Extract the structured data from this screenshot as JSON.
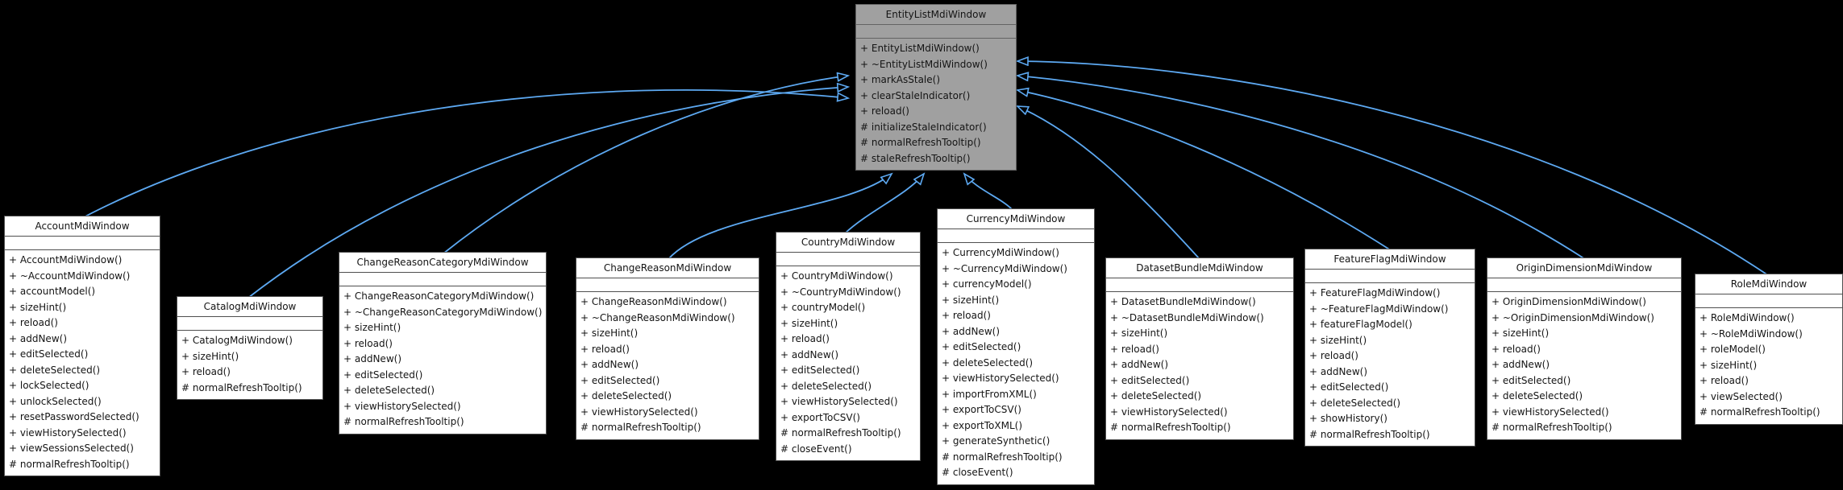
{
  "diagram": {
    "type": "uml-class-diagram",
    "background_color": "#000000",
    "arrow_color": "#5da9f2",
    "parent_fill_color": "#a0a0a0",
    "child_fill_color": "#ffffff",
    "classes": [
      {
        "name": "EntityListMdiWindow",
        "role": "parent",
        "attributes": [],
        "members": [
          "+ EntityListMdiWindow()",
          "+ ~EntityListMdiWindow()",
          "+ markAsStale()",
          "+ clearStaleIndicator()",
          "+ reload()",
          "# initializeStaleIndicator()",
          "# normalRefreshTooltip()",
          "# staleRefreshTooltip()"
        ]
      },
      {
        "name": "AccountMdiWindow",
        "role": "child",
        "attributes": [],
        "members": [
          "+ AccountMdiWindow()",
          "+ ~AccountMdiWindow()",
          "+ accountModel()",
          "+ sizeHint()",
          "+ reload()",
          "+ addNew()",
          "+ editSelected()",
          "+ deleteSelected()",
          "+ lockSelected()",
          "+ unlockSelected()",
          "+ resetPasswordSelected()",
          "+ viewHistorySelected()",
          "+ viewSessionsSelected()",
          "# normalRefreshTooltip()"
        ]
      },
      {
        "name": "CatalogMdiWindow",
        "role": "child",
        "attributes": [],
        "members": [
          "+ CatalogMdiWindow()",
          "+ sizeHint()",
          "+ reload()",
          "# normalRefreshTooltip()"
        ]
      },
      {
        "name": "ChangeReasonCategoryMdiWindow",
        "role": "child",
        "attributes": [],
        "members": [
          "+ ChangeReasonCategoryMdiWindow()",
          "+ ~ChangeReasonCategoryMdiWindow()",
          "+ sizeHint()",
          "+ reload()",
          "+ addNew()",
          "+ editSelected()",
          "+ deleteSelected()",
          "+ viewHistorySelected()",
          "# normalRefreshTooltip()"
        ]
      },
      {
        "name": "ChangeReasonMdiWindow",
        "role": "child",
        "attributes": [],
        "members": [
          "+ ChangeReasonMdiWindow()",
          "+ ~ChangeReasonMdiWindow()",
          "+ sizeHint()",
          "+ reload()",
          "+ addNew()",
          "+ editSelected()",
          "+ deleteSelected()",
          "+ viewHistorySelected()",
          "# normalRefreshTooltip()"
        ]
      },
      {
        "name": "CountryMdiWindow",
        "role": "child",
        "attributes": [],
        "members": [
          "+ CountryMdiWindow()",
          "+ ~CountryMdiWindow()",
          "+ countryModel()",
          "+ sizeHint()",
          "+ reload()",
          "+ addNew()",
          "+ editSelected()",
          "+ deleteSelected()",
          "+ viewHistorySelected()",
          "+ exportToCSV()",
          "# normalRefreshTooltip()",
          "# closeEvent()"
        ]
      },
      {
        "name": "CurrencyMdiWindow",
        "role": "child",
        "attributes": [],
        "members": [
          "+ CurrencyMdiWindow()",
          "+ ~CurrencyMdiWindow()",
          "+ currencyModel()",
          "+ sizeHint()",
          "+ reload()",
          "+ addNew()",
          "+ editSelected()",
          "+ deleteSelected()",
          "+ viewHistorySelected()",
          "+ importFromXML()",
          "+ exportToCSV()",
          "+ exportToXML()",
          "+ generateSynthetic()",
          "# normalRefreshTooltip()",
          "# closeEvent()"
        ]
      },
      {
        "name": "DatasetBundleMdiWindow",
        "role": "child",
        "attributes": [],
        "members": [
          "+ DatasetBundleMdiWindow()",
          "+ ~DatasetBundleMdiWindow()",
          "+ sizeHint()",
          "+ reload()",
          "+ addNew()",
          "+ editSelected()",
          "+ deleteSelected()",
          "+ viewHistorySelected()",
          "# normalRefreshTooltip()"
        ]
      },
      {
        "name": "FeatureFlagMdiWindow",
        "role": "child",
        "attributes": [],
        "members": [
          "+ FeatureFlagMdiWindow()",
          "+ ~FeatureFlagMdiWindow()",
          "+ featureFlagModel()",
          "+ sizeHint()",
          "+ reload()",
          "+ addNew()",
          "+ editSelected()",
          "+ deleteSelected()",
          "+ showHistory()",
          "# normalRefreshTooltip()"
        ]
      },
      {
        "name": "OriginDimensionMdiWindow",
        "role": "child",
        "attributes": [],
        "members": [
          "+ OriginDimensionMdiWindow()",
          "+ ~OriginDimensionMdiWindow()",
          "+ sizeHint()",
          "+ reload()",
          "+ addNew()",
          "+ editSelected()",
          "+ deleteSelected()",
          "+ viewHistorySelected()",
          "# normalRefreshTooltip()"
        ]
      },
      {
        "name": "RoleMdiWindow",
        "role": "child",
        "attributes": [],
        "members": [
          "+ RoleMdiWindow()",
          "+ ~RoleMdiWindow()",
          "+ roleModel()",
          "+ sizeHint()",
          "+ reload()",
          "+ viewSelected()",
          "# normalRefreshTooltip()"
        ]
      }
    ],
    "relationships": [
      {
        "from": "AccountMdiWindow",
        "to": "EntityListMdiWindow",
        "type": "inheritance"
      },
      {
        "from": "CatalogMdiWindow",
        "to": "EntityListMdiWindow",
        "type": "inheritance"
      },
      {
        "from": "ChangeReasonCategoryMdiWindow",
        "to": "EntityListMdiWindow",
        "type": "inheritance"
      },
      {
        "from": "ChangeReasonMdiWindow",
        "to": "EntityListMdiWindow",
        "type": "inheritance"
      },
      {
        "from": "CountryMdiWindow",
        "to": "EntityListMdiWindow",
        "type": "inheritance"
      },
      {
        "from": "CurrencyMdiWindow",
        "to": "EntityListMdiWindow",
        "type": "inheritance"
      },
      {
        "from": "DatasetBundleMdiWindow",
        "to": "EntityListMdiWindow",
        "type": "inheritance"
      },
      {
        "from": "FeatureFlagMdiWindow",
        "to": "EntityListMdiWindow",
        "type": "inheritance"
      },
      {
        "from": "OriginDimensionMdiWindow",
        "to": "EntityListMdiWindow",
        "type": "inheritance"
      },
      {
        "from": "RoleMdiWindow",
        "to": "EntityListMdiWindow",
        "type": "inheritance"
      }
    ]
  }
}
